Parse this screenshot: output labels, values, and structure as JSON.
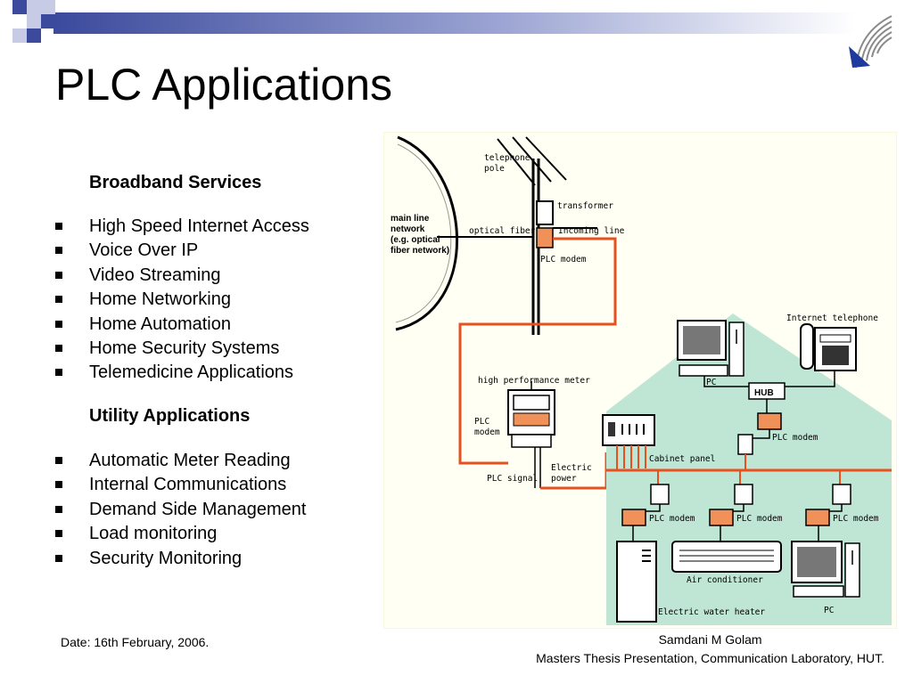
{
  "slide": {
    "title": "PLC Applications",
    "broadband": {
      "heading": "Broadband Services",
      "items": [
        "High Speed Internet Access",
        "Voice Over IP",
        "Video Streaming",
        "Home Networking",
        "Home Automation",
        "Home Security Systems",
        "Telemedicine Applications"
      ]
    },
    "utility": {
      "heading": "Utility Applications",
      "items": [
        "Automatic Meter Reading",
        "Internal Communications",
        "Demand Side Management",
        "Load monitoring",
        "Security Monitoring"
      ]
    },
    "footer": {
      "date": "Date: 16th February, 2006.",
      "author": "Samdani M Golam",
      "event": "Masters Thesis Presentation, Communication Laboratory, HUT."
    }
  },
  "diagram": {
    "labels": {
      "telephone_pole_1": "telephone",
      "telephone_pole_2": "pole",
      "transformer": "transformer",
      "main_line_1": "main line",
      "main_line_2": "network",
      "main_line_3": "(e.g. optical",
      "main_line_4": "fiber network)",
      "optical_fiber": "optical fiber",
      "incoming_line": "Incoming line",
      "plc_modem_top": "PLC modem",
      "internet_telephone": "Internet telephone",
      "high_perf_meter": "high performance meter",
      "plc_modem_meter_1": "PLC",
      "plc_modem_meter_2": "modem",
      "pc_top": "PC",
      "hub": "HUB",
      "plc_modem_hub": "PLC modem",
      "cabinet_panel": "Cabinet panel",
      "plc_signal": "PLC signal",
      "electric_power_1": "Electric",
      "electric_power_2": "power",
      "plc_modem_a": "PLC modem",
      "plc_modem_b": "PLC modem",
      "plc_modem_c": "PLC modem",
      "air_conditioner": "Air conditioner",
      "water_heater": "Electric water heater",
      "pc_bottom": "PC"
    },
    "colors": {
      "house_fill": "#bfe5d4",
      "modem_orange": "#f0915a",
      "signal_line": "#e8501e",
      "sky_fill": "#fffff4"
    }
  },
  "theme": {
    "deco_blue": "#3b4a9c",
    "deco_light": "#c7cbe6"
  }
}
